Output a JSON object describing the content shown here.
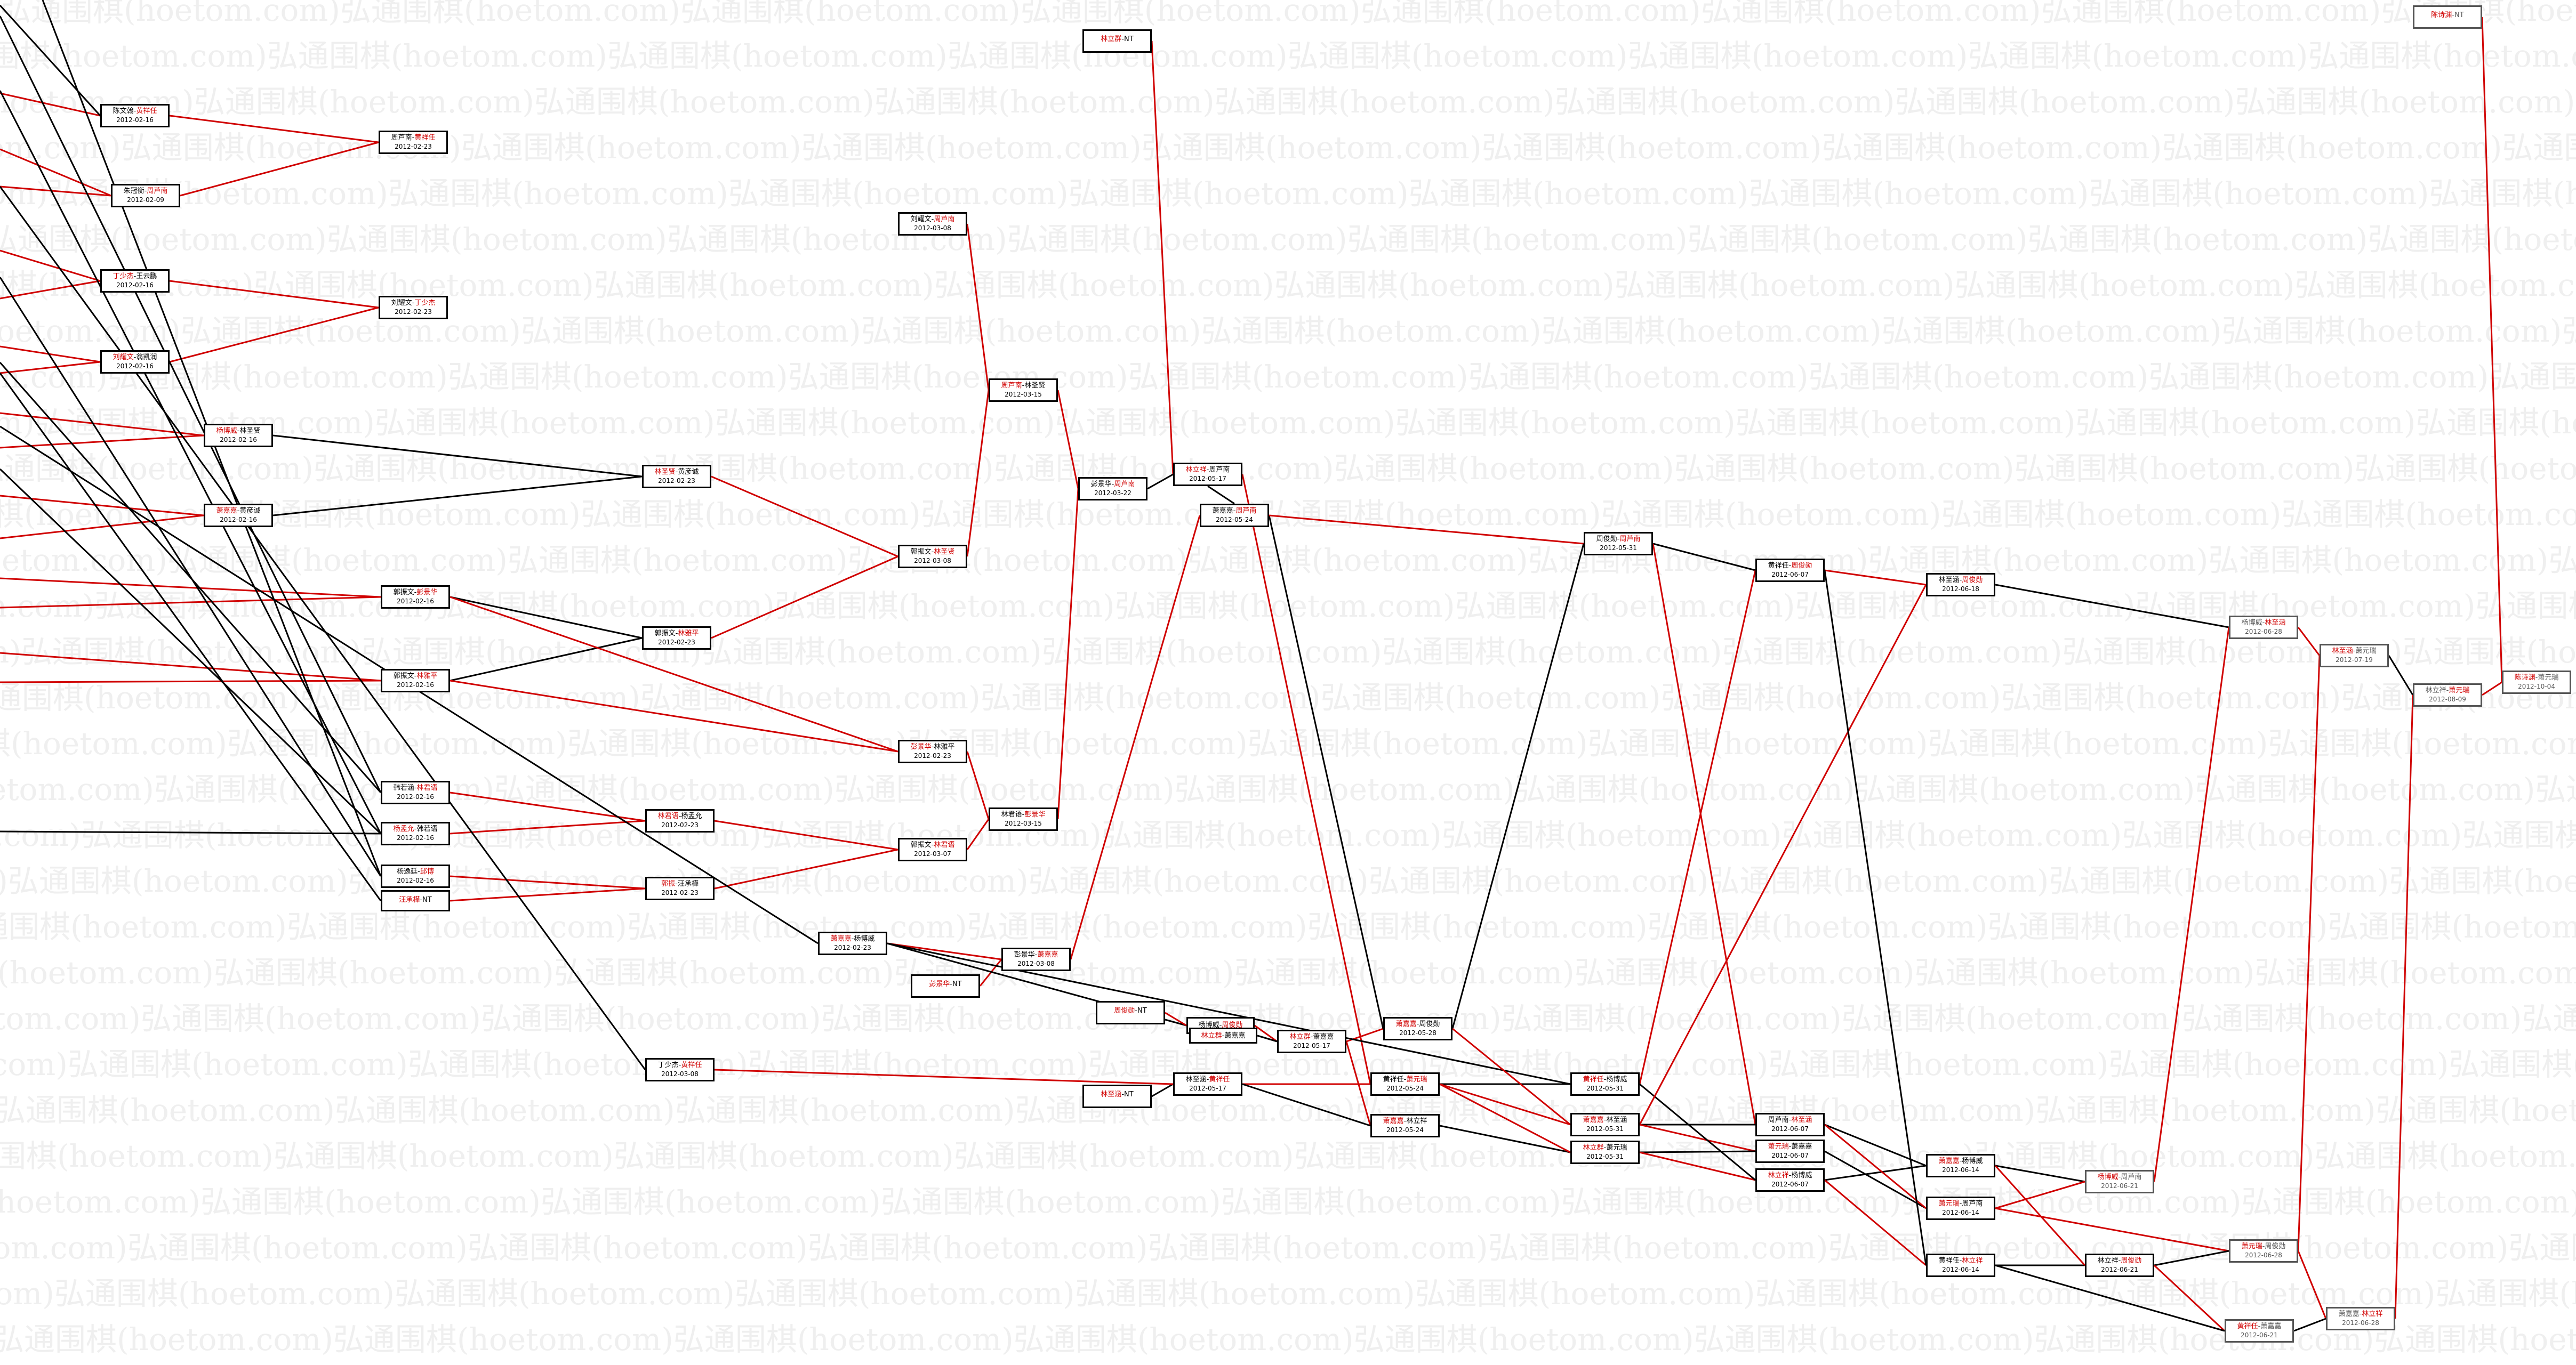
{
  "watermark": "弘通围棋(hoetom.com)",
  "colors": {
    "win": "#d00000",
    "edge_red": "#d00000",
    "edge_black": "#000000"
  },
  "nodes": [
    {
      "id": "n1",
      "p1": "陈文翰",
      "p2": "黄祥任",
      "win": 2,
      "date": "2012-02-16"
    },
    {
      "id": "n2",
      "p1": "朱冠衡",
      "p2": "周芦南",
      "win": 2,
      "date": "2012-02-09"
    },
    {
      "id": "n3",
      "p1": "丁少杰",
      "p2": "王云鹏",
      "win": 1,
      "date": "2012-02-16"
    },
    {
      "id": "n4",
      "p1": "刘耀文",
      "p2": "翁凯润",
      "win": 1,
      "date": "2012-02-16"
    },
    {
      "id": "n5",
      "p1": "周芦南",
      "p2": "黄祥任",
      "win": 2,
      "date": "2012-02-23"
    },
    {
      "id": "n6",
      "p1": "刘耀文",
      "p2": "丁少杰",
      "win": 2,
      "date": "2012-02-23"
    },
    {
      "id": "n7",
      "p1": "刘耀文",
      "p2": "周芦南",
      "win": 2,
      "date": "2012-03-08"
    },
    {
      "id": "n8",
      "p1": "杨博威",
      "p2": "林圣贤",
      "win": 1,
      "date": "2012-02-16"
    },
    {
      "id": "n9",
      "p1": "萧嘉嘉",
      "p2": "黄彦诚",
      "win": 1,
      "date": "2012-02-16"
    },
    {
      "id": "n10",
      "p1": "林圣贤",
      "p2": "黄彦诚",
      "win": 1,
      "date": "2012-02-23"
    },
    {
      "id": "n11",
      "p1": "郭振文",
      "p2": "林圣贤",
      "win": 2,
      "date": "2012-03-08"
    },
    {
      "id": "n12",
      "p1": "周芦南",
      "p2": "林圣贤",
      "win": 1,
      "date": "2012-03-15"
    },
    {
      "id": "n13",
      "p1": "郭振文",
      "p2": "彭景华",
      "win": 2,
      "date": "2012-02-16"
    },
    {
      "id": "n14",
      "p1": "郭振文",
      "p2": "林雅平",
      "win": 2,
      "date": "2012-02-23"
    },
    {
      "id": "n15",
      "p1": "郭振文",
      "p2": "林雅平",
      "win": 2,
      "date": "2012-02-16"
    },
    {
      "id": "n16",
      "p1": "彭景华",
      "p2": "林雅平",
      "win": 1,
      "date": "2012-02-23"
    },
    {
      "id": "n17",
      "p1": "彭景华",
      "p2": "周芦南",
      "win": 2,
      "date": "2012-03-22"
    },
    {
      "id": "n18",
      "p1": "林立群",
      "p2": "NT",
      "win": 1,
      "date": ""
    },
    {
      "id": "n19",
      "p1": "林立祥",
      "p2": "周芦南",
      "win": 1,
      "date": "2012-05-17"
    },
    {
      "id": "n20",
      "p1": "萧嘉嘉",
      "p2": "周芦南",
      "win": 2,
      "date": "2012-05-24"
    },
    {
      "id": "n21",
      "p1": "韩若涵",
      "p2": "林君语",
      "win": 2,
      "date": "2012-02-16"
    },
    {
      "id": "n22",
      "p1": "林君语",
      "p2": "杨孟允",
      "win": 1,
      "date": "2012-02-23"
    },
    {
      "id": "n23",
      "p1": "杨孟允",
      "p2": "韩若语",
      "win": 1,
      "date": "2012-02-16"
    },
    {
      "id": "n24",
      "p1": "郭振文",
      "p2": "林君语",
      "win": 2,
      "date": "2012-03-07"
    },
    {
      "id": "n25",
      "p1": "林君语",
      "p2": "彭景华",
      "win": 2,
      "date": "2012-03-15"
    },
    {
      "id": "n26",
      "p1": "杨逸廷",
      "p2": "邱博",
      "win": 2,
      "date": "2012-02-16"
    },
    {
      "id": "n27",
      "p1": "汪承樺",
      "p2": "NT",
      "win": 1,
      "date": ""
    },
    {
      "id": "n28",
      "p1": "郭振",
      "p2": "汪承樺",
      "win": 1,
      "date": "2012-02-23"
    },
    {
      "id": "n29",
      "p1": "萧嘉嘉",
      "p2": "杨博威",
      "win": 1,
      "date": "2012-02-23"
    },
    {
      "id": "n30",
      "p1": "彭景华",
      "p2": "萧嘉嘉",
      "win": 2,
      "date": "2012-03-08"
    },
    {
      "id": "n31",
      "p1": "彭景华",
      "p2": "NT",
      "win": 1,
      "date": ""
    },
    {
      "id": "n32",
      "p1": "丁少杰",
      "p2": "黄祥任",
      "win": 2,
      "date": "2012-03-08"
    },
    {
      "id": "n33",
      "p1": "周俊勋",
      "p2": "NT",
      "win": 1,
      "date": ""
    },
    {
      "id": "n34",
      "p1": "杨博威",
      "p2": "周俊勋",
      "win": 2,
      "date": ""
    },
    {
      "id": "n35",
      "p1": "林立群",
      "p2": "萧嘉嘉",
      "win": 1,
      "date": ""
    },
    {
      "id": "n36",
      "p1": "林立群",
      "p2": "萧嘉嘉",
      "win": 1,
      "date": "2012-05-17"
    },
    {
      "id": "n37",
      "p1": "林至涵",
      "p2": "NT",
      "win": 1,
      "date": ""
    },
    {
      "id": "n38",
      "p1": "林至涵",
      "p2": "黄祥任",
      "win": 2,
      "date": "2012-05-17"
    },
    {
      "id": "n39",
      "p1": "萧嘉嘉",
      "p2": "周俊勋",
      "win": 1,
      "date": "2012-05-28"
    },
    {
      "id": "n40",
      "p1": "黄祥任",
      "p2": "萧元瑞",
      "win": 2,
      "date": "2012-05-24"
    },
    {
      "id": "n41",
      "p1": "萧嘉嘉",
      "p2": "林立祥",
      "win": 1,
      "date": "2012-05-24"
    },
    {
      "id": "n42",
      "p1": "周俊勋",
      "p2": "周芦南",
      "win": 2,
      "date": "2012-05-31"
    },
    {
      "id": "n43",
      "p1": "黄祥任",
      "p2": "杨博威",
      "win": 1,
      "date": "2012-05-31"
    },
    {
      "id": "n44",
      "p1": "萧嘉嘉",
      "p2": "林至涵",
      "win": 1,
      "date": "2012-05-31"
    },
    {
      "id": "n45",
      "p1": "林立群",
      "p2": "萧元瑞",
      "win": 1,
      "date": "2012-05-31"
    },
    {
      "id": "n46",
      "p1": "黄祥任",
      "p2": "周俊勋",
      "win": 2,
      "date": "2012-06-07"
    },
    {
      "id": "n47",
      "p1": "周芦南",
      "p2": "林至涵",
      "win": 2,
      "date": "2012-06-07"
    },
    {
      "id": "n48",
      "p1": "萧元瑞",
      "p2": "萧嘉嘉",
      "win": 1,
      "date": "2012-06-07"
    },
    {
      "id": "n49",
      "p1": "林立祥",
      "p2": "杨博威",
      "win": 1,
      "date": "2012-06-07"
    },
    {
      "id": "n50",
      "p1": "林至涵",
      "p2": "周俊勋",
      "win": 2,
      "date": "2012-06-18"
    },
    {
      "id": "n51",
      "p1": "萧嘉嘉",
      "p2": "杨博威",
      "win": 1,
      "date": "2012-06-14"
    },
    {
      "id": "n52",
      "p1": "萧元瑞",
      "p2": "周芦南",
      "win": 1,
      "date": "2012-06-14"
    },
    {
      "id": "n53",
      "p1": "黄祥任",
      "p2": "林立祥",
      "win": 2,
      "date": "2012-06-14"
    },
    {
      "id": "n54",
      "p1": "杨博威",
      "p2": "林至涵",
      "win": 2,
      "date": "2012-06-28"
    },
    {
      "id": "n55",
      "p1": "杨博威",
      "p2": "周芦南",
      "win": 1,
      "date": "2012-06-21"
    },
    {
      "id": "n56",
      "p1": "萧元瑞",
      "p2": "周俊勋",
      "win": 1,
      "date": "2012-06-28"
    },
    {
      "id": "n57",
      "p1": "林立祥",
      "p2": "周俊勋",
      "win": 2,
      "date": "2012-06-21"
    },
    {
      "id": "n58",
      "p1": "黄祥任",
      "p2": "萧嘉嘉",
      "win": 1,
      "date": "2012-06-21"
    },
    {
      "id": "n59",
      "p1": "萧嘉嘉",
      "p2": "林立祥",
      "win": 2,
      "date": "2012-06-28"
    },
    {
      "id": "n60",
      "p1": "林至涵",
      "p2": "萧元瑞",
      "win": 1,
      "date": "2012-07-19"
    },
    {
      "id": "n61",
      "p1": "林立祥",
      "p2": "萧元瑞",
      "win": 2,
      "date": "2012-08-09"
    },
    {
      "id": "n62",
      "p1": "陈诗渊",
      "p2": "萧元瑞",
      "win": 1,
      "date": "2012-10-04"
    },
    {
      "id": "n63",
      "p1": "陈诗渊",
      "p2": "NT",
      "win": 1,
      "date": ""
    }
  ]
}
